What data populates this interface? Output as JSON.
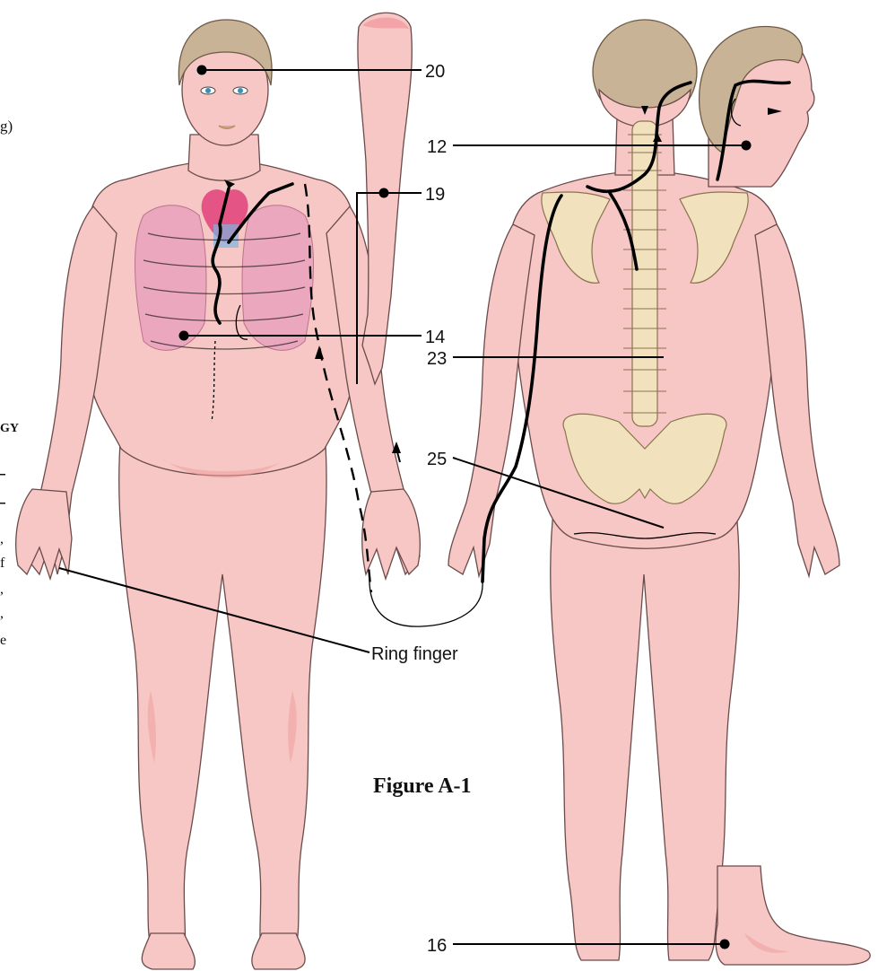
{
  "figure": {
    "caption": "Figure A-1"
  },
  "left_fragments": {
    "frag1": "g)",
    "frag2": "GY",
    "frag3": ",",
    "frag4": "f",
    "frag5": ",",
    "frag6": ",",
    "frag7": "e"
  },
  "labels": {
    "p20": "20",
    "p12": "12",
    "p19": "19",
    "p14": "14",
    "p23": "23",
    "p25": "25",
    "ring_finger": "Ring finger",
    "p16": "16"
  },
  "colors": {
    "skin": "#f6c7c4",
    "bone": "#f1e1bd",
    "hair": "#c9b396",
    "lung": "#e89bbd",
    "line": "#000000"
  }
}
